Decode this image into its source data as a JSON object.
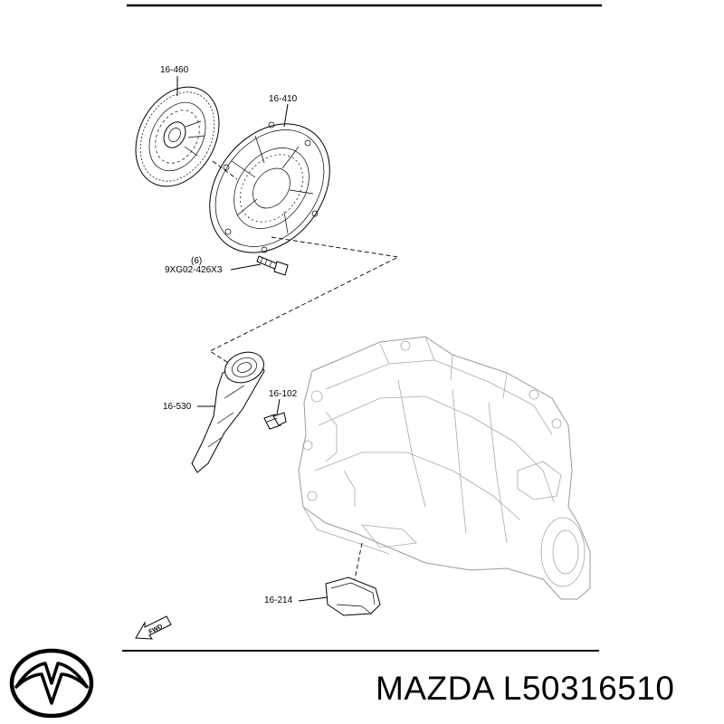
{
  "diagram": {
    "callouts": {
      "clutch_disc": "16-460",
      "clutch_cover": "16-410",
      "bolt_qty": "(6)",
      "bolt": "9XG02-426X3",
      "release_fork": "16-530",
      "fork_pivot": "16-102",
      "rubber_mount": "16-214"
    },
    "direction_label": "FWD"
  },
  "footer": {
    "brand": "MAZDA",
    "part_number": "L50316510",
    "part_label": "MAZDA L50316510"
  }
}
